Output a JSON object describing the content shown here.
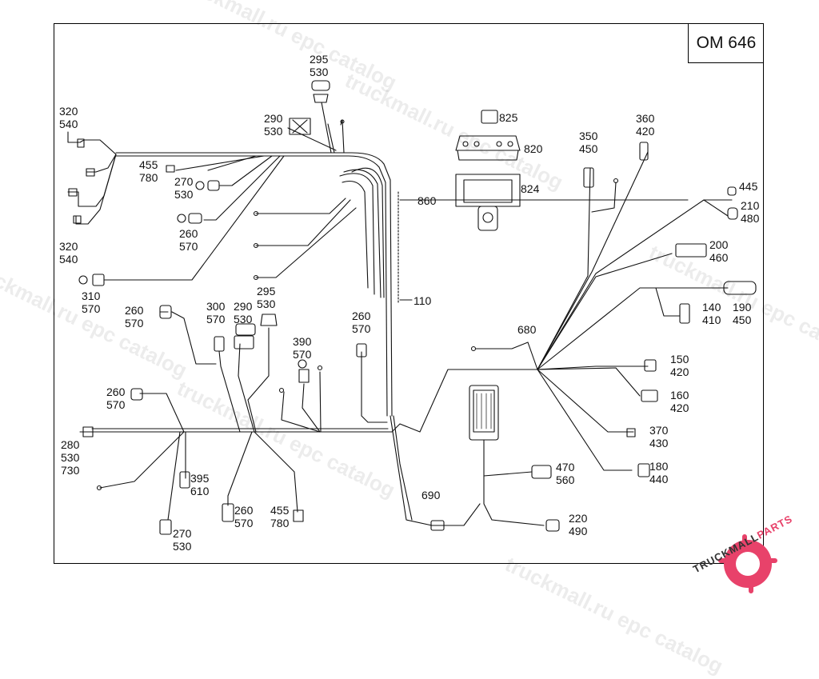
{
  "diagram": {
    "title": "OM 646",
    "parts": {
      "p295_530_top": "295\n530",
      "p290_530_top": "290\n530",
      "p320_540_a": "320\n540",
      "p320_540_b": "320\n540",
      "p455_780_top": "455\n780",
      "p270_530_top": "270\n530",
      "p260_570_a": "260\n570",
      "p310_570": "310\n570",
      "p295_530_mid": "295\n530",
      "p260_570_b": "260\n570",
      "p300_570": "300\n570",
      "p290_530_mid": "290\n530",
      "p390_570": "390\n570",
      "p260_570_c": "260\n570",
      "p260_570_d": "260\n570",
      "p280_530_730": "280\n530\n730",
      "p395_610": "395\n610",
      "p260_570_e": "260\n570",
      "p455_780_bot": "455\n780",
      "p270_530_bot": "270\n530",
      "p690": "690",
      "p110": "110",
      "p860": "860",
      "p825": "825",
      "p820": "820",
      "p824": "824",
      "p350_450": "350\n450",
      "p360_420": "360\n420",
      "p445": "445",
      "p210_480": "210\n480",
      "p200_460": "200\n460",
      "p140_410": "140\n410",
      "p190_450": "190\n450",
      "p680": "680",
      "p150_420": "150\n420",
      "p160_420": "160\n420",
      "p370_430": "370\n430",
      "p180_440": "180\n440",
      "p470_560": "470\n560",
      "p220_490": "220\n490"
    }
  },
  "watermarks": [
    "truckmall.ru epc catalog",
    "truckmall.ru epc catalog",
    "truckmall.ru epc catalog",
    "truckmall.ru epc catalog",
    "truckmall.ru epc catalog",
    "truckmall.ru epc catalog"
  ],
  "logo": {
    "text_dark": "TRUCKMALL",
    "text_accent": "PARTS",
    "accent_color": "#e8426a",
    "dark_color": "#333333",
    "icon": "gear-icon"
  },
  "colors": {
    "line": "#111111",
    "watermark": "#969696"
  }
}
